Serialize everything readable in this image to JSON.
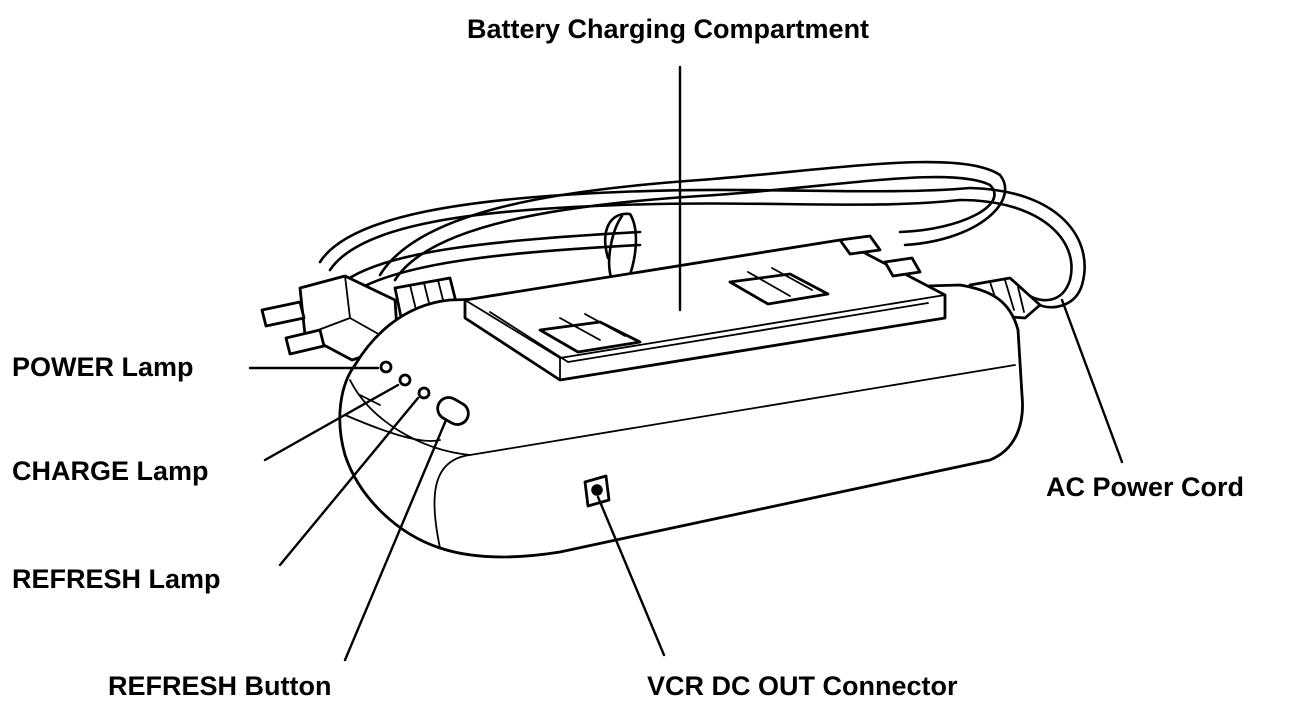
{
  "labels": {
    "battery_compartment": "Battery Charging Compartment",
    "power_lamp": "POWER Lamp",
    "charge_lamp": "CHARGE Lamp",
    "refresh_lamp": "REFRESH Lamp",
    "refresh_button": "REFRESH Button",
    "vcr_dc_out": "VCR DC OUT Connector",
    "ac_power_cord": "AC Power Cord"
  },
  "colors": {
    "ink": "#000000",
    "background": "#ffffff"
  }
}
